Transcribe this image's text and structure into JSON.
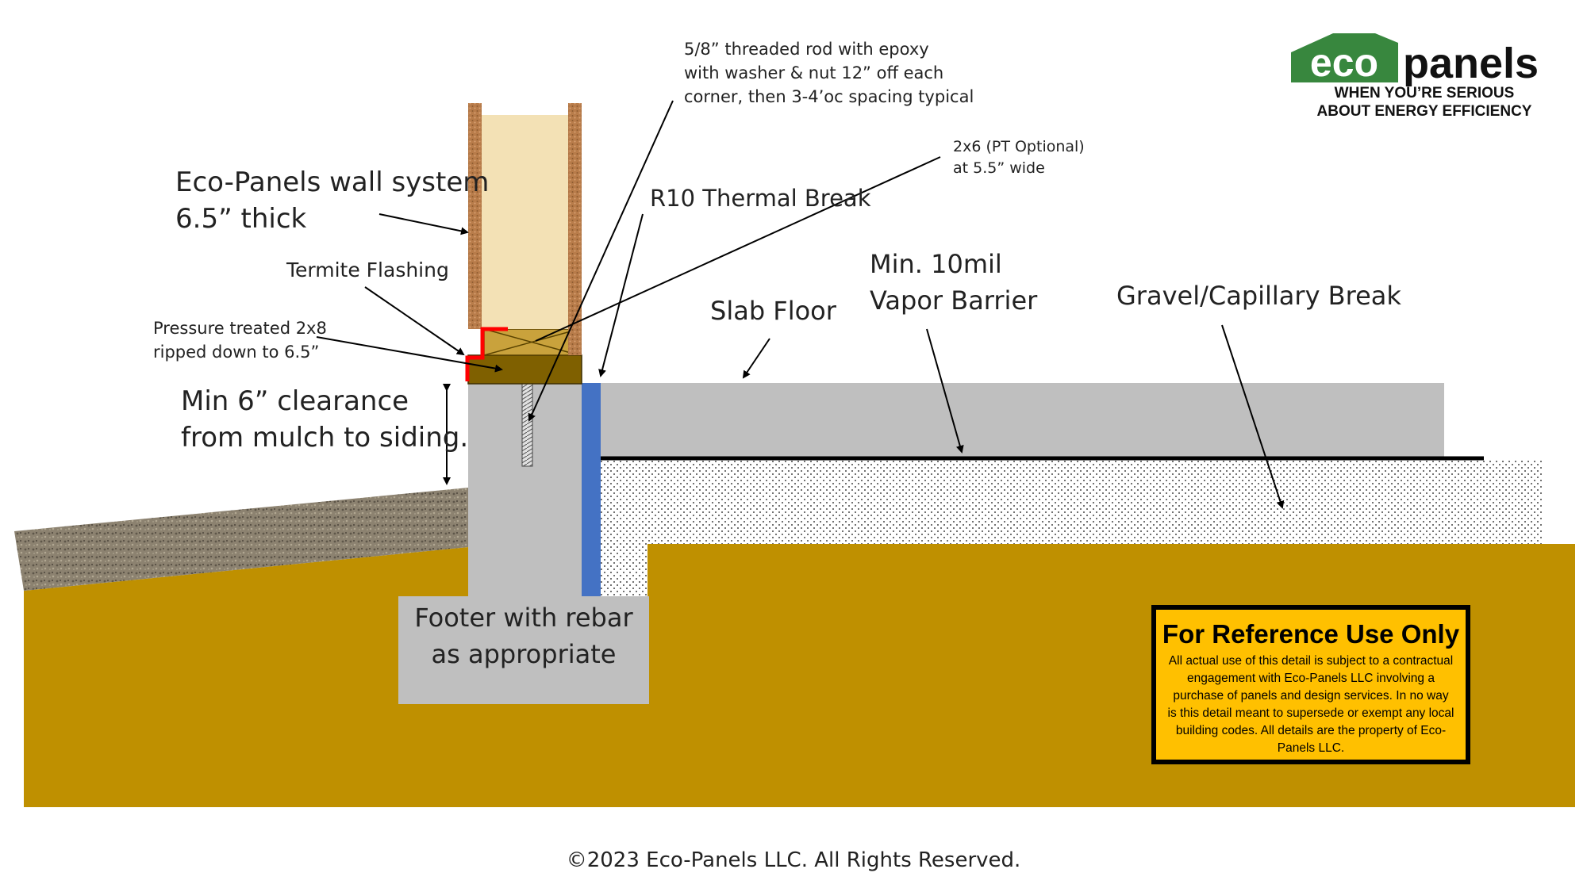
{
  "labels": {
    "wall_system": [
      "Eco-Panels wall system",
      "6.5” thick"
    ],
    "termite_flashing": "Termite Flashing",
    "pressure_treated": [
      "Pressure treated 2x8",
      "ripped down to 6.5”"
    ],
    "clearance": [
      "Min 6” clearance",
      "from mulch to siding."
    ],
    "threaded_rod": [
      "5/8” threaded rod with epoxy",
      "with washer & nut 12” off each",
      "corner, then 3-4’oc spacing typical"
    ],
    "two_by_six": [
      "2x6 (PT Optional)",
      "at 5.5” wide"
    ],
    "thermal_break": "R10 Thermal  Break",
    "slab_floor": "Slab Floor",
    "vapor_barrier": [
      "Min. 10mil",
      "Vapor Barrier"
    ],
    "gravel": "Gravel/Capillary Break",
    "footer": [
      "Footer with rebar",
      "as appropriate"
    ]
  },
  "logo": {
    "eco": "eco",
    "panels": "panels",
    "tagline": [
      "WHEN YOU’RE SERIOUS",
      "ABOUT ENERGY EFFICIENCY"
    ]
  },
  "reference_box": {
    "title": "For Reference Use Only",
    "body": "All actual use of this detail is subject to a contractual engagement with Eco-Panels LLC involving a purchase of panels and design services.  In no way is this detail meant to supersede or exempt any local building codes. All details are the property of Eco-Panels LLC."
  },
  "copyright": "©2023 Eco-Panels LLC. All Rights Reserved.",
  "colors": {
    "soil": "#bf9000",
    "concrete": "#bfbfbf",
    "thermal_break": "#4472c4",
    "flashing": "#ff0000",
    "wood_2x8": "#7f6000",
    "wood_2x6": "#c9a23c",
    "panel_core": "#f3e1b5",
    "panel_skin": "#b87c4a",
    "mulch": "#8c8270",
    "reference_box": "#ffc000"
  }
}
